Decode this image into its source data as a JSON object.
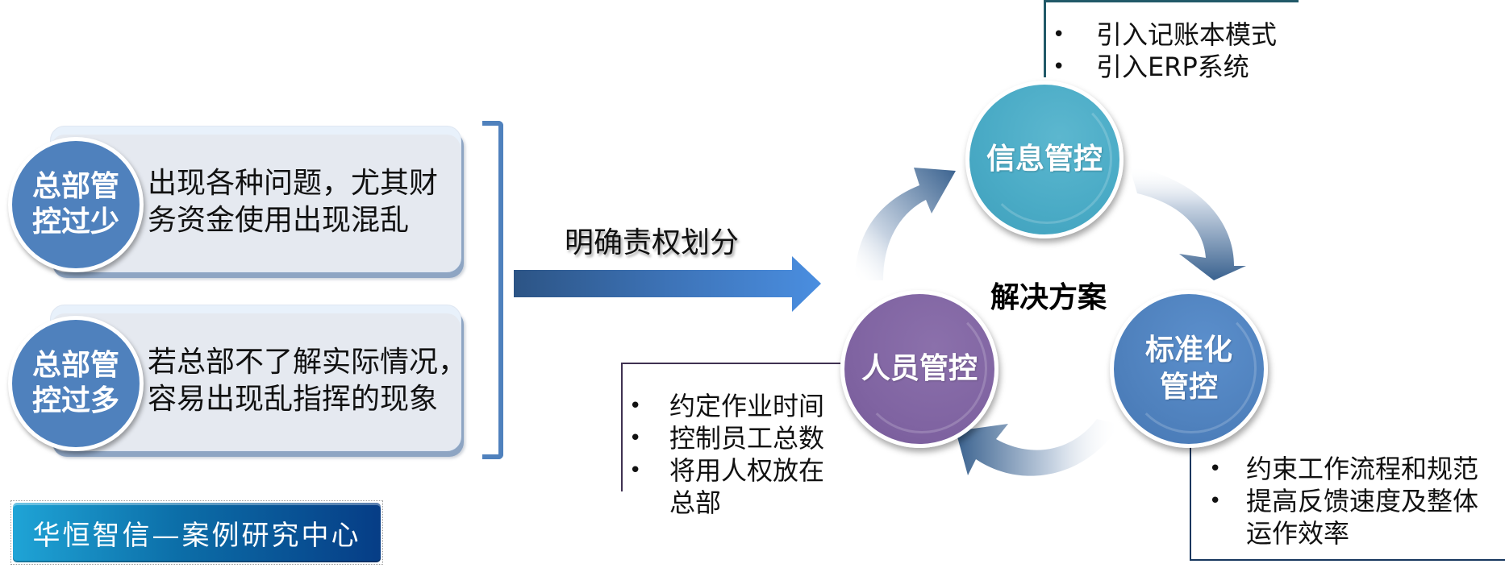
{
  "problems": [
    {
      "badge": [
        "总部管",
        "控过少"
      ],
      "description": [
        "出现各种问题，尤其财",
        "务资金使用出现混乱"
      ]
    },
    {
      "badge": [
        "总部管",
        "控过多"
      ],
      "description": [
        "若总部不了解实际情况，",
        "容易出现乱指挥的现象"
      ]
    }
  ],
  "arrow_label": "明确责权划分",
  "cycle": {
    "center_label": "解决方案",
    "nodes": {
      "info": {
        "label": "信息管控",
        "items": [
          "引入记账本模式",
          "引入ERP系统"
        ]
      },
      "standard": {
        "label": [
          "标准化",
          "管控"
        ],
        "items": [
          "约束工作流程和规范",
          "提高反馈速度及整体",
          "运作效率"
        ]
      },
      "staff": {
        "label": "人员管控",
        "items": [
          "约定作业时间",
          "控制员工总数",
          "将用人权放在总部"
        ]
      }
    }
  },
  "logo": {
    "text": "华恒智信—案例研究中心"
  },
  "colors": {
    "badge_blue": "#4f81bd",
    "info_teal": "#4aabc6",
    "standard_blue": "#4f81bd",
    "staff_purple": "#8064a2",
    "arrow_dark": "#2c5485",
    "arrow_light": "#4a8ee0"
  }
}
